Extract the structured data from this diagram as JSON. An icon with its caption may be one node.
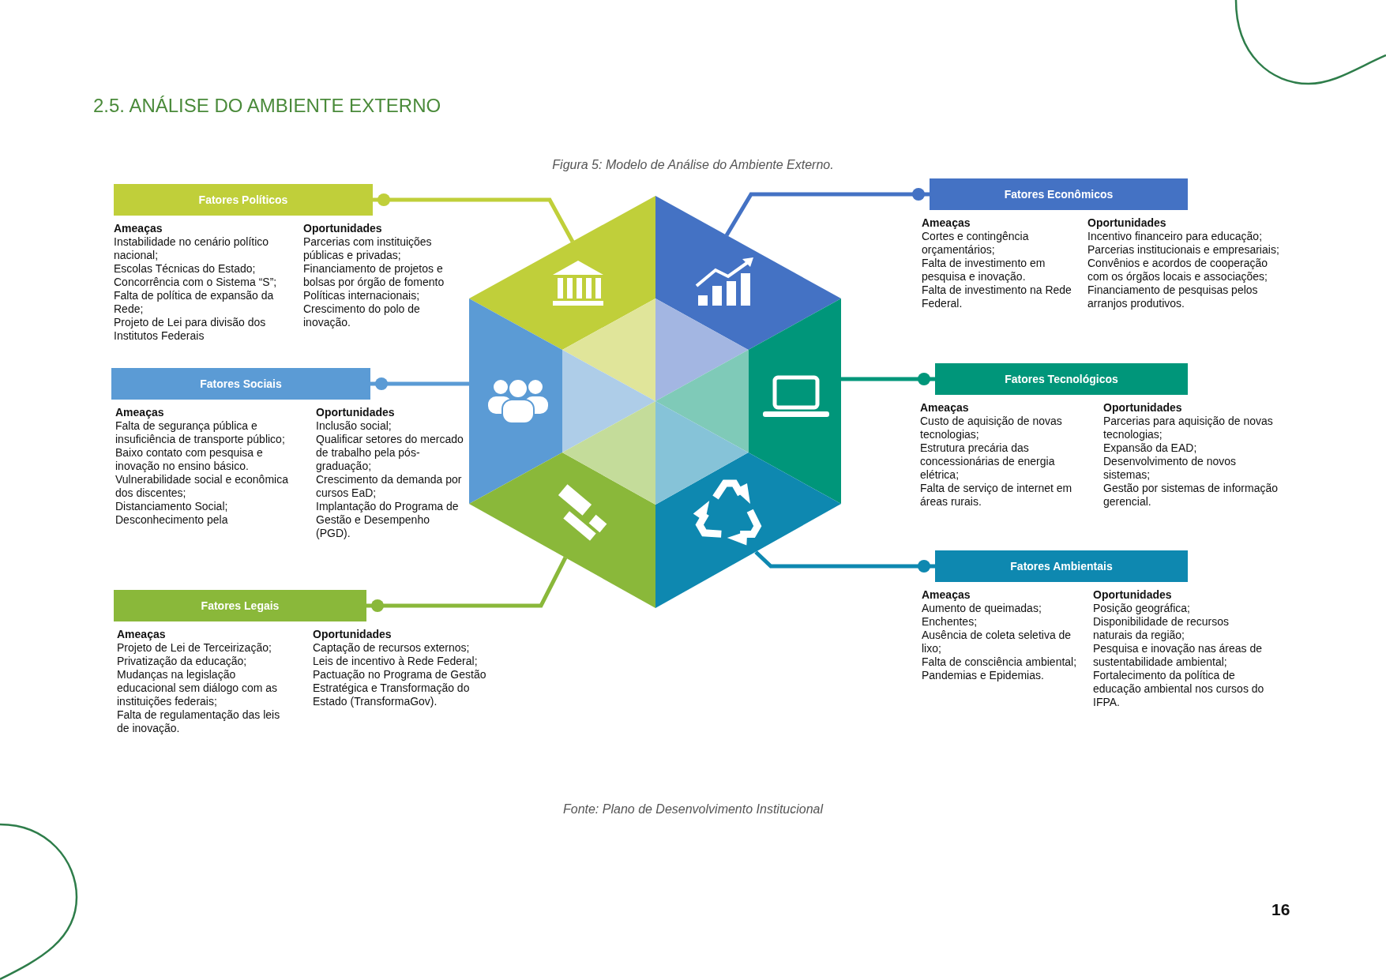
{
  "diagram": {
    "title": "Figura 5: Modelo de Análise do Ambiente Externo.",
    "caption": "Fonte: Plano de Desenvolvimento Institucional",
    "nodes": [
      {
        "text": [
          "Fatores Políticos"
        ],
        "beside": [
          "Ameaças",
          "Instabilidade no cenário político nacional;",
          "Escolas Técnicas do Estado;",
          "Concorrência com o Sistema “S”;",
          "Falta de política de expansão da Rede;",
          "Projeto de Lei para divisão dos Institutos Federais",
          "Oportunidades",
          "Parcerias com instituições públicas e privadas;",
          "Financiamento de projetos e bolsas por órgão de fomento",
          "Políticas internacionais;",
          "Crescimento do polo de inovação."
        ]
      },
      {
        "text": [
          "Fatores Econômicos"
        ],
        "beside": [
          "Ameaças",
          "Cortes e contingência orçamentários;",
          "Falta de investimento em pesquisa e inovação.",
          "Falta de investimento na Rede Federal.",
          "Oportunidades",
          "Incentivo financeiro para educação;",
          "Parcerias institucionais e empresariais;",
          "Convênios e acordos de cooperação com os órgãos locais e associações;",
          "Financiamento de pesquisas pelos arranjos produtivos."
        ]
      },
      {
        "text": [
          "Fatores Sociais"
        ],
        "beside": [
          "Ameaças",
          "Falta de segurança pública e insuficiência de transporte público;",
          "Baixo contato com pesquisa e inovação no ensino básico.",
          "Vulnerabilidade social e econômica dos discentes;",
          "Distanciamento Social;",
          "Desconhecimento pela",
          "Oportunidades",
          "Inclusão social;",
          "Qualificar setores do mercado de trabalho pela pós-graduação;",
          "Crescimento da demanda por cursos EaD;",
          "Implantação do Programa de Gestão e Desempenho (PGD)."
        ]
      },
      {
        "text": [
          "Fatores Tecnológicos"
        ],
        "beside": [
          "Ameaças",
          "Custo de aquisição de novas tecnologias;",
          "Estrutura precária das concessionárias de energia elétrica;",
          "Falta de serviço de internet em áreas rurais.",
          "Oportunidades",
          "Parcerias para aquisição de novas tecnologias;",
          "Expansão da EAD;",
          "Desenvolvimento de novos sistemas;",
          "Gestão por sistemas de informação gerencial."
        ]
      },
      {
        "text": [
          "Fatores Legais"
        ],
        "beside": [
          "Ameaças",
          "Projeto de Lei de Terceirização;",
          "Privatização da educação;",
          "Mudanças na legislação educacional sem diálogo com as instituições federais;",
          "Falta de regulamentação das leis de inovação.",
          "Oportunidades",
          "Captação de recursos externos;",
          "Leis de incentivo à Rede Federal;",
          "Pactuação no Programa de Gestão Estratégica e Transformação do Estado (TransformaGov)."
        ]
      },
      {
        "text": [
          "Fatores Ambientais"
        ],
        "beside": [
          "Ameaças",
          "Aumento de queimadas;",
          "Enchentes;",
          "Ausência de coleta seletiva de lixo;",
          "Falta de consciência ambiental;",
          "Pandemias e Epidemias.",
          "Oportunidades",
          "Posição geográfica;",
          "Disponibilidade de recursos naturais da região;",
          "Pesquisa e inovação nas áreas de sustentabilidade ambiental;",
          "Fortalecimento da política de educação ambiental nos cursos do IFPA."
        ]
      },
      {
        "text": [],
        "shape": "triangle"
      },
      {
        "text": [],
        "shape": "triangle"
      },
      {
        "text": [],
        "shape": "triangle"
      },
      {
        "text": [],
        "shape": "triangle"
      },
      {
        "text": [],
        "shape": "triangle"
      },
      {
        "text": [],
        "shape": "triangle"
      }
    ],
    "edges": [
      {
        "from": 0,
        "to": 6,
        "arrow": "other",
        "color": "#c0cf3a"
      },
      {
        "from": 1,
        "to": 7,
        "arrow": "other",
        "color": "#4472c4"
      },
      {
        "from": 2,
        "to": 8,
        "arrow": "other",
        "color": "#5b9bd5"
      },
      {
        "from": 3,
        "to": 9,
        "arrow": "other",
        "color": "#00967a"
      },
      {
        "from": 4,
        "to": 10,
        "arrow": "other",
        "color": "#8ab83a"
      },
      {
        "from": 5,
        "to": 11,
        "arrow": "other",
        "color": "#0e88b0"
      }
    ],
    "labels": [
      "2.5. ANÁLISE DO AMBIENTE EXTERNO",
      "16"
    ]
  }
}
